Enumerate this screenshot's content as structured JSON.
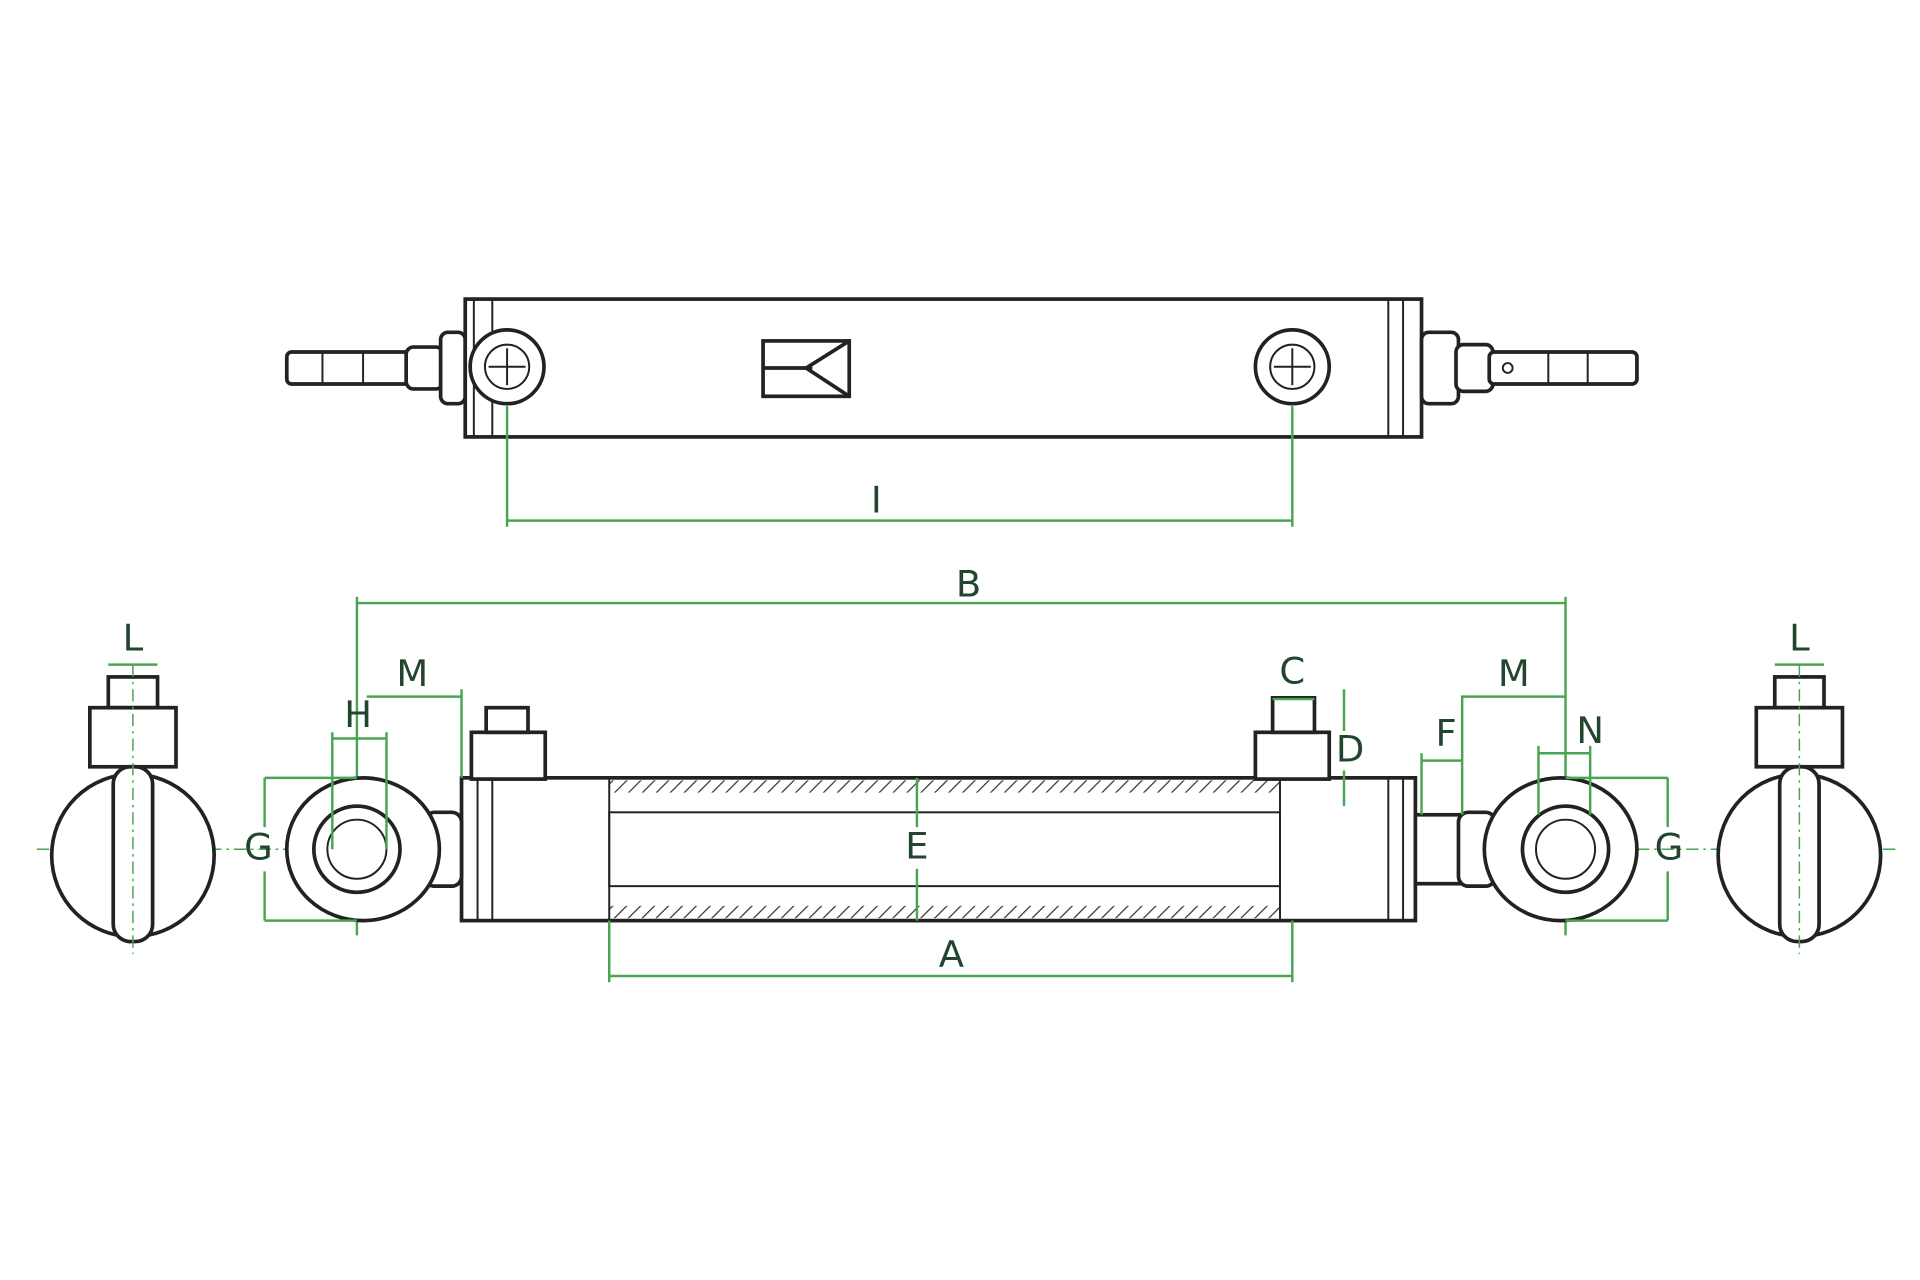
{
  "diagram": {
    "title": "Hydraulic cylinder dimension drawing",
    "labels": {
      "I": "I",
      "B": "B",
      "A": "A",
      "E": "E",
      "L_left": "L",
      "L_right": "L",
      "M_left": "M",
      "M_right": "M",
      "H": "H",
      "C": "C",
      "D": "D",
      "F": "F",
      "N": "N",
      "G_left": "G",
      "G_right": "G"
    },
    "colors": {
      "dimension": "#4aa552",
      "text": "#23452f",
      "outline": "#222222"
    }
  }
}
